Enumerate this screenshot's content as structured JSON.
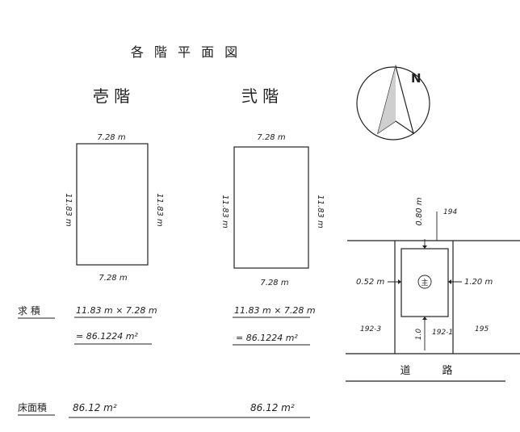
{
  "title": "各 階 平 面 図",
  "floors": [
    {
      "name": "壱 階",
      "width_label": "7.28 m",
      "depth_label": "11.83 m",
      "bottom_label": "7.28 m",
      "calc_line1": "11.83 m × 7.28 m",
      "calc_line2": "= 86.1224 m²",
      "floor_area": "86.12 m²"
    },
    {
      "name": "弐 階",
      "width_label": "7.28 m",
      "depth_label": "11.83 m",
      "bottom_label": "7.28 m",
      "calc_line1": "11.83 m × 7.28 m",
      "calc_line2": "= 86.1224 m²",
      "floor_area": "86.12 m²"
    }
  ],
  "calc_heading": "求 積",
  "floor_area_heading": "床面積",
  "compass_label": "N",
  "site": {
    "lot_north": "194",
    "lot_west": "192-3",
    "lot_east": "195",
    "lot_main": "192-1",
    "dim_top": "0.80 m",
    "dim_left": "0.52 m",
    "dim_right": "1.20 m",
    "dim_bottom": "1.0",
    "building_mark": "主",
    "road": "道　　　路"
  }
}
